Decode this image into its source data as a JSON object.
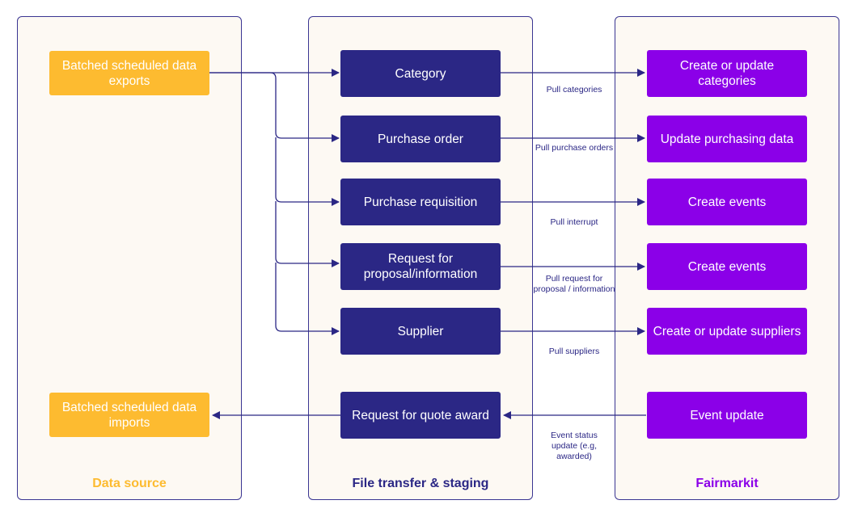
{
  "panels": {
    "source": {
      "title": "Data source",
      "color": "#fdbb30"
    },
    "staging": {
      "title": "File transfer & staging",
      "color": "#2b2785"
    },
    "fairmarkit": {
      "title": "Fairmarkit",
      "color": "#8b00e8"
    }
  },
  "source_boxes": {
    "exports": "Batched scheduled data exports",
    "imports": "Batched scheduled data imports"
  },
  "staging_boxes": [
    "Category",
    "Purchase order",
    "Purchase requisition",
    "Request for proposal/information",
    "Supplier",
    "Request for quote award"
  ],
  "fairmarkit_boxes": [
    "Create or update categories",
    "Update purchasing data",
    "Create events",
    "Create events",
    "Create or update suppliers",
    "Event update"
  ],
  "edge_labels": [
    "Pull categories",
    "Pull purchase orders",
    "Pull interrupt",
    "Pull request for proposal / information",
    "Pull suppliers",
    "Event status update (e.g, awarded)"
  ]
}
